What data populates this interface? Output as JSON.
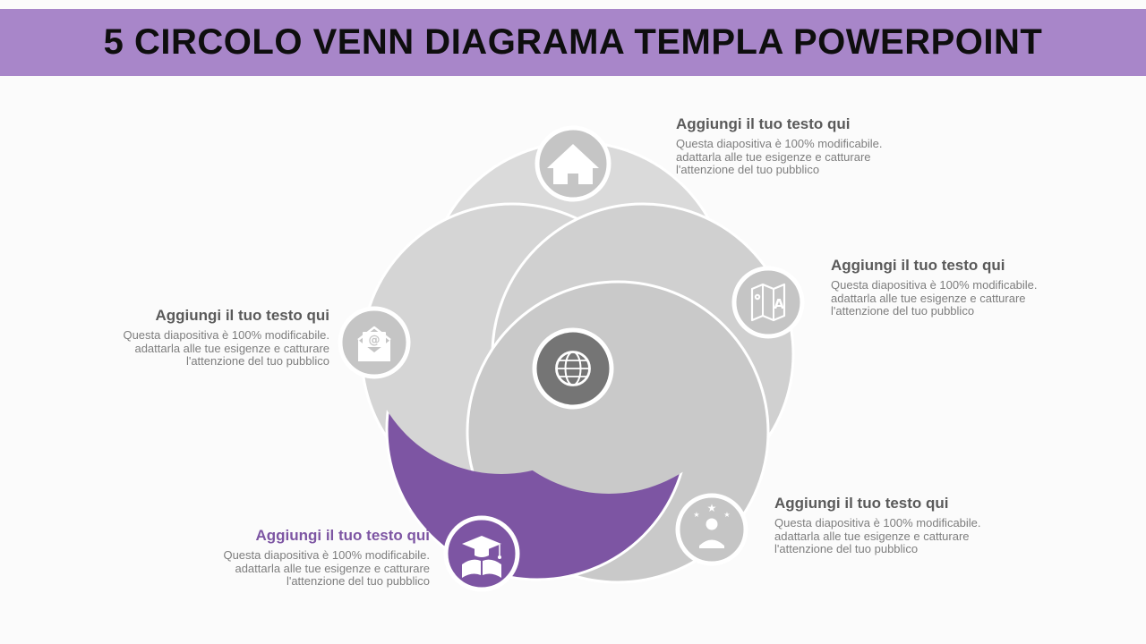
{
  "header": {
    "title": "5 CIRCOLO VENN DIAGRAMA TEMPLA POWERPOINT"
  },
  "colors": {
    "page-bg": "#fbfbfb",
    "header-bg": "#a886c9",
    "accent": "#7d55a3",
    "center-circle": "#757575",
    "icon-circle-gray": "#c5c5c5",
    "heading-gray": "#5a5a5a",
    "body-gray": "#7e7e7e",
    "petal-1": "#dadada",
    "petal-2": "#d0d0d0",
    "petal-3": "#c9c9c9",
    "petal-4": "#d5d5d5"
  },
  "diagram": {
    "type": "5-circle venn pinwheel",
    "center_icon": "globe-icon"
  },
  "items": [
    {
      "position": "top",
      "icon": "house-icon",
      "heading": "Aggiungi il tuo testo qui",
      "body": "Questa diapositiva è 100% modificabile. adattarla alle tue esigenze e catturare l'attenzione del tuo pubblico"
    },
    {
      "position": "right",
      "icon": "map-icon",
      "heading": "Aggiungi il tuo testo qui",
      "body": "Questa diapositiva è 100% modificabile. adattarla alle tue esigenze e catturare l'attenzione del tuo pubblico"
    },
    {
      "position": "left",
      "icon": "email-icon",
      "heading": "Aggiungi il tuo testo qui",
      "body": "Questa diapositiva è 100% modificabile. adattarla alle tue esigenze e catturare l'attenzione del tuo pubblico"
    },
    {
      "position": "bottom-right",
      "icon": "person-stars-icon",
      "heading": "Aggiungi il tuo testo qui",
      "body": "Questa diapositiva è 100% modificabile. adattarla alle tue esigenze e catturare l'attenzione del tuo pubblico"
    },
    {
      "position": "bottom-left",
      "icon": "graduation-cap-icon",
      "heading": "Aggiungi il tuo testo qui",
      "body": "Questa diapositiva è 100% modificabile. adattarla alle tue esigenze e catturare l'attenzione del tuo pubblico"
    }
  ]
}
